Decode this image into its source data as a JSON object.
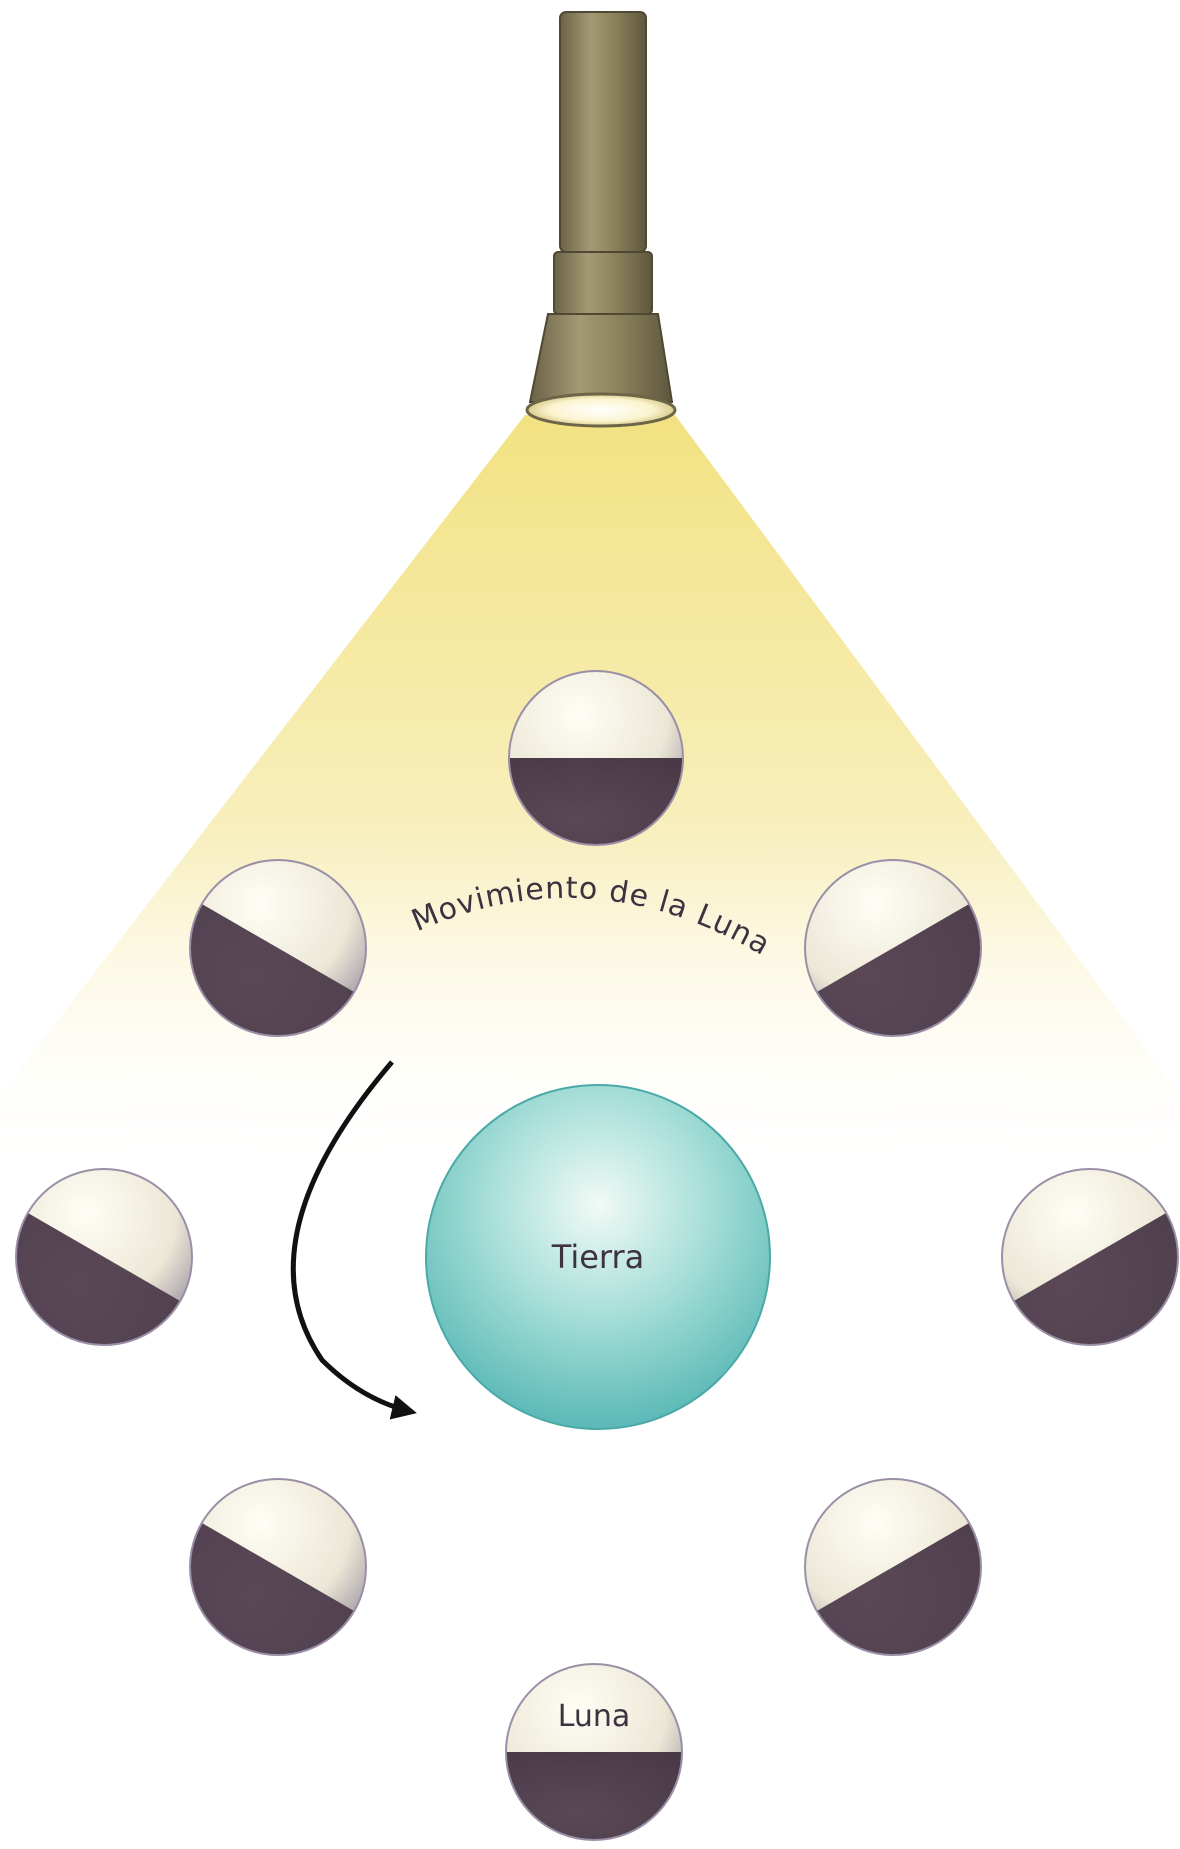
{
  "labels": {
    "orbit": "Movimiento de la Luna",
    "earth": "Tierra",
    "moon": "Luna"
  },
  "colors": {
    "light_beam": "#f4e48a",
    "moon_lit": "#f3efe2",
    "moon_dark": "#4b3a48",
    "earth": "#66c4c1",
    "flashlight": "#8f8560",
    "arrow": "#111111"
  },
  "icons": {
    "light_source": "flashlight-icon",
    "motion": "curved-arrow-icon"
  },
  "moons": [
    {
      "id": "top",
      "lit_side": "up"
    },
    {
      "id": "upper-left",
      "lit_side": "up"
    },
    {
      "id": "upper-right",
      "lit_side": "up"
    },
    {
      "id": "middle-left",
      "lit_side": "up"
    },
    {
      "id": "middle-right",
      "lit_side": "up"
    },
    {
      "id": "lower-left",
      "lit_side": "up"
    },
    {
      "id": "lower-right",
      "lit_side": "up"
    },
    {
      "id": "bottom",
      "lit_side": "up",
      "labeled": true
    }
  ]
}
